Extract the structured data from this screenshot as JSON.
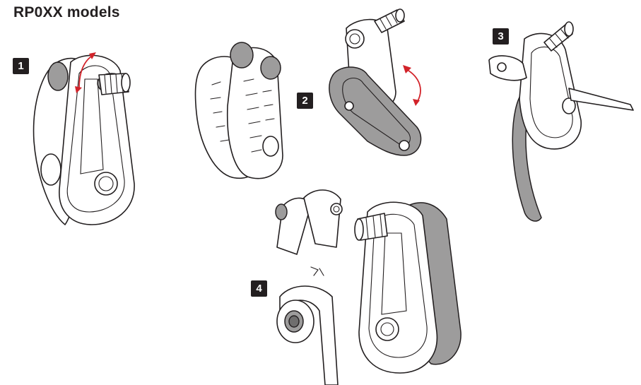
{
  "title": "RP0XX models",
  "steps": [
    {
      "label": "1"
    },
    {
      "label": "2"
    },
    {
      "label": "3"
    },
    {
      "label": "4"
    }
  ],
  "colors": {
    "ink": "#231f20",
    "accent_arrow": "#d2232a",
    "shade": "#9d9c9c"
  }
}
